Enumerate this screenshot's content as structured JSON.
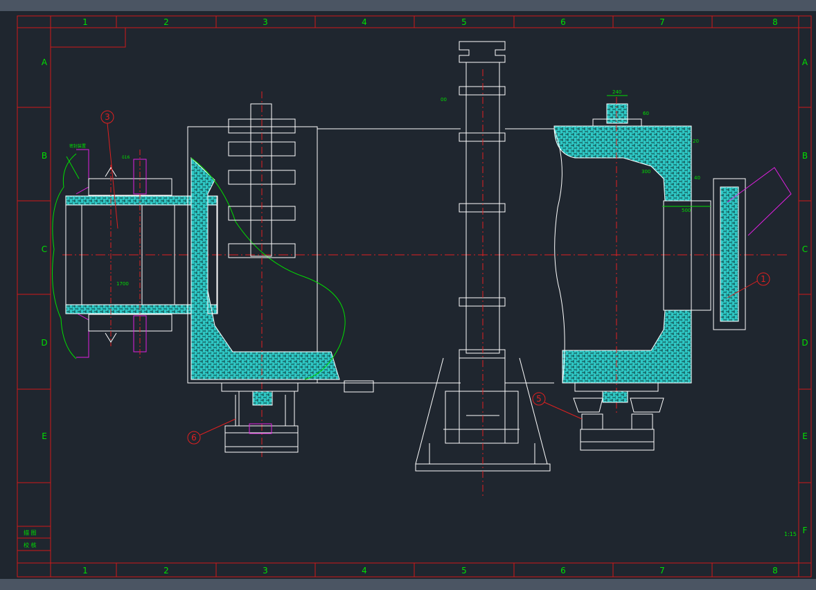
{
  "sheet": {
    "columns": [
      "1",
      "2",
      "3",
      "4",
      "5",
      "6",
      "7",
      "8"
    ],
    "rows": [
      "A",
      "B",
      "C",
      "D",
      "E",
      "F"
    ],
    "scale": "1:15",
    "title_block": [
      "描 图",
      "校 核"
    ]
  },
  "part_labels": [
    "3",
    "1",
    "5",
    "6"
  ],
  "dimensions": {
    "shell_diameter": "1700",
    "bearing_width": "240",
    "bearing_height": "60",
    "outlet_width": "500",
    "lining_20": "20",
    "lining_40": "40",
    "lining_300": "300",
    "steel_label": "δ16",
    "center_mark": "00",
    "left_note": "密封装置"
  },
  "colors": {
    "background": "#1f262f",
    "frame": "#d01818",
    "lines": "#ffffff",
    "refractory": "#2ec7c4",
    "dimension": "#00e000",
    "accent": "#e020e0",
    "centerline": "#e02020"
  }
}
